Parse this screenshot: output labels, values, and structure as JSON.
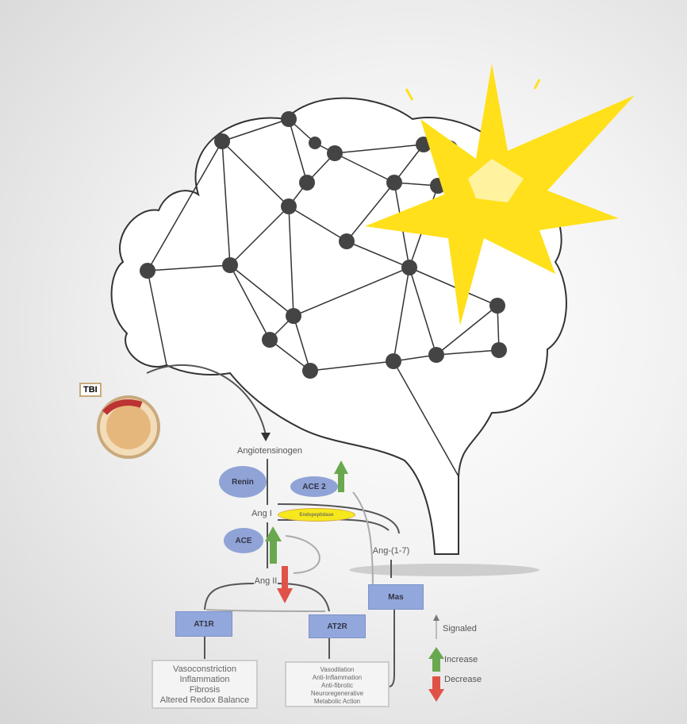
{
  "tbi_label": "TBI",
  "pathway": {
    "angiotensinogen": "Angiotensinogen",
    "renin": "Renin",
    "ace2": "ACE 2",
    "ang1": "Ang I",
    "endopeptidase": "Endopeptidase",
    "ace": "ACE",
    "ang17": "Ang-(1-7)",
    "ang2": "Ang II",
    "mas": "Mas",
    "at1r": "AT1R",
    "at2r": "AT2R"
  },
  "at1r_effects": [
    "Vasoconstriction",
    "Inflammation",
    "Fibrosis",
    "Altered Redox Balance"
  ],
  "at2r_effects": [
    "Vasodilation",
    "Anti-Inflammation",
    "Anti-fibrotic",
    "Neuroregenerative",
    "Metabolic Action"
  ],
  "legend": {
    "signaled": "Signaled",
    "increase": "Increase",
    "decrease": "Decrease"
  },
  "colors": {
    "increase": "#6aa84f",
    "decrease": "#e05248",
    "receptor": "#92a8dc",
    "flash": "#ffe01a"
  }
}
